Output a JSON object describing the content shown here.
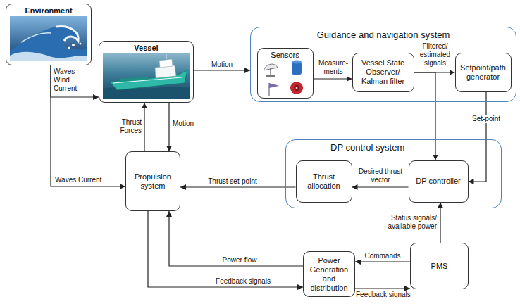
{
  "diagram": {
    "nodes": [
      {
        "text": [
          "Environment"
        ]
      },
      {
        "text": [
          "Vessel"
        ]
      },
      {
        "text": [
          "Guidance and navigation system"
        ]
      },
      {
        "text": [
          "Sensors"
        ],
        "in": 2
      },
      {
        "text": [
          "Vessel State Observer/ Kalman filter"
        ],
        "in": 2
      },
      {
        "text": [
          "Setpoint/path generator"
        ],
        "in": 2
      },
      {
        "text": [
          "DP control system"
        ]
      },
      {
        "text": [
          "Thrust allocation"
        ],
        "in": 6
      },
      {
        "text": [
          "DP controller"
        ],
        "in": 6
      },
      {
        "text": [
          "Propulsion system"
        ]
      },
      {
        "text": [
          "Power Generation and distribution"
        ]
      },
      {
        "text": [
          "PMS"
        ]
      }
    ],
    "edges": [
      {
        "from": 0,
        "to": 1,
        "label": "Waves Wind Current",
        "arrow": "to"
      },
      {
        "from": 0,
        "to": 9,
        "label": "Waves Current",
        "arrow": "to"
      },
      {
        "from": 1,
        "to": 2,
        "label": "Motion",
        "arrow": "to"
      },
      {
        "from": 3,
        "to": 4,
        "label": "Measure- ments",
        "arrow": "to"
      },
      {
        "from": 4,
        "to": 5,
        "label": "Filtered/ estimated signals",
        "arrow": "to"
      },
      {
        "from": 4,
        "to": 8,
        "arrow": "to"
      },
      {
        "from": 5,
        "to": 8,
        "label": "Set-point",
        "arrow": "to"
      },
      {
        "from": 8,
        "to": 7,
        "label": "Desired thrust vector",
        "arrow": "to"
      },
      {
        "from": 7,
        "to": 9,
        "label": "Thrust set-point",
        "arrow": "to"
      },
      {
        "from": 9,
        "to": 1,
        "label": "Thrust Forces",
        "arrow": "to"
      },
      {
        "from": 1,
        "to": 9,
        "label": "Motion",
        "arrow": "to"
      },
      {
        "from": 10,
        "to": 9,
        "label": "Power flow",
        "arrow": "to"
      },
      {
        "from": 9,
        "to": 10,
        "label": "Feedback signals",
        "arrow": "to"
      },
      {
        "from": 11,
        "to": 10,
        "label": "Commands",
        "arrow": "to"
      },
      {
        "from": 10,
        "to": 11,
        "label": "Feedback signals",
        "arrow": "to"
      },
      {
        "from": 11,
        "to": 8,
        "label": "Status signals/ available power",
        "arrow": "to"
      }
    ]
  }
}
